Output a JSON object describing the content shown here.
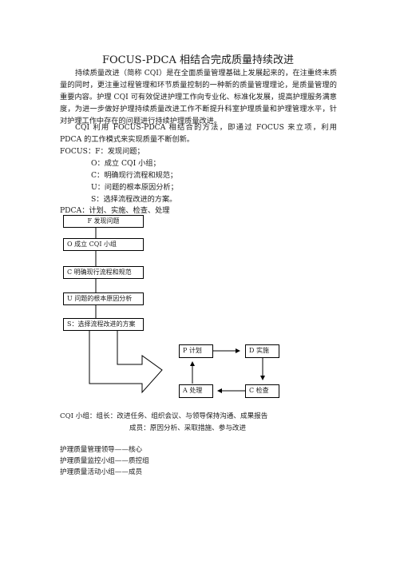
{
  "title": "FOCUS-PDCA 相结合完成质量持续改进",
  "paragraphs": [
    "持续质量改进（简称 CQI）是在全面质量管理基础上发展起来的，在注重终末质量的同时，更注重过程管理和环节质量控制的一种新的质量管理理论，是质量管理的重要内容。护理 CQI 可有效促进护理工作向专业化、标准化发展，提高护理服务满意度，为进一步做好护理持续质量改进工作不断提升科室护理质量和护理管理水平，针对护理工作中存在的问题进行持续护理质量改进。",
    "CQI 利用 FOCUS-PDCA 相结合的方法，即通过 FOCUS 来立项，利用 PDCA 的工作模式来实现质量不断创新。"
  ],
  "focus": {
    "heading": "FOCUS：F：发现问题；",
    "items": [
      "O：成立 CQI 小组；",
      "C：明确现行流程和规范；",
      "U：问题的根本原因分析；",
      "S：选择流程改进的方案。"
    ]
  },
  "pdca_line": "PDCA：计划、实施、检查、处理",
  "flow_boxes": [
    "F 发现问题",
    "O 成立 CQI 小组",
    "C 明确现行流程和规范",
    "U 问题的根本原因分析",
    "S：选择流程改进的方案"
  ],
  "pdca_cycle": {
    "plan": "P 计划",
    "do": "D 实施",
    "check": "C 检查",
    "act": "A 处理"
  },
  "cqi_group": {
    "leader": "CQI 小组：组长：改进任务、组织会议、与领导保持沟通、成果报告",
    "members": "成员：原因分析、采取措施、参与改进"
  },
  "org": [
    "护理质量管理领导——核心",
    "护理质量监控小组——质控组",
    "护理质量活动小组——成员"
  ]
}
